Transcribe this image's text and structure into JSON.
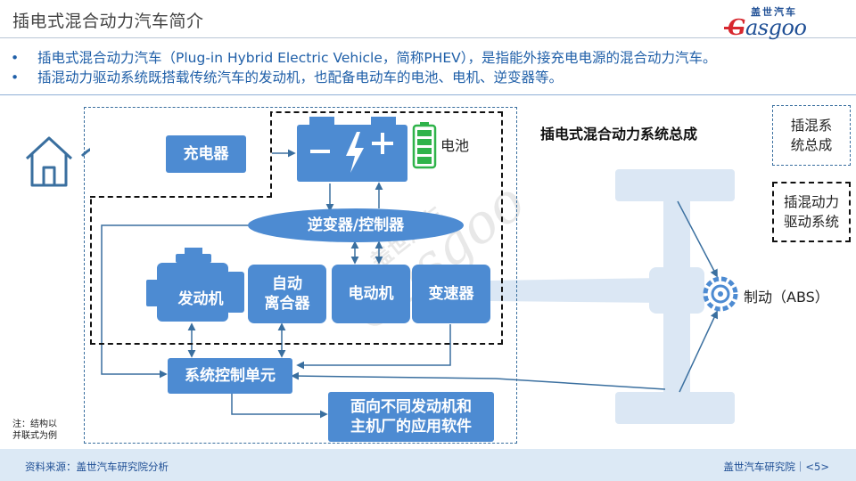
{
  "header": {
    "title": "插电式混合动力汽车简介",
    "logo_cn": "盖世汽车",
    "logo_en_initial": "G",
    "logo_en_rest": "asgoo"
  },
  "bullets": [
    "插电式混合动力汽车（Plug-in Hybrid Electric Vehicle，简称PHEV），是指能外接充电电源的混合动力汽车。",
    "插混动力驱动系统既搭载传统汽车的发动机，也配备电动车的电池、电机、逆变器等。"
  ],
  "bullet_symbol": "•",
  "diagram": {
    "charger": "充电器",
    "battery_label": "电池",
    "inverter": "逆变器/控制器",
    "engine": "发动机",
    "clutch_line1": "自动",
    "clutch_line2": "离合器",
    "motor": "电动机",
    "transmission": "变速器",
    "control_unit": "系统控制单元",
    "software_line1": "面向不同发动机和",
    "software_line2": "主机厂的应用软件",
    "system_title": "插电式混合动力系统总成",
    "brake": "制动（ABS）",
    "note_line1": "注：结构以",
    "note_line2": "并联式为例",
    "watermark_cn": "盖世汽车",
    "watermark_en": "Gasgoo"
  },
  "legend": {
    "blue_dashed_line1": "插混系",
    "blue_dashed_line2": "统总成",
    "black_dashed_line1": "插混动力",
    "black_dashed_line2": "驱动系统"
  },
  "footer": {
    "source": "资料来源：盖世汽车研究院分析",
    "page": "盖世汽车研究院｜<5>"
  },
  "colors": {
    "accent_blue": "#4d8bd2",
    "text_blue": "#1f5fa8",
    "battery_green": "#2fb34a",
    "chassis": "#dbe7f4",
    "brand_red": "#d7282f"
  }
}
